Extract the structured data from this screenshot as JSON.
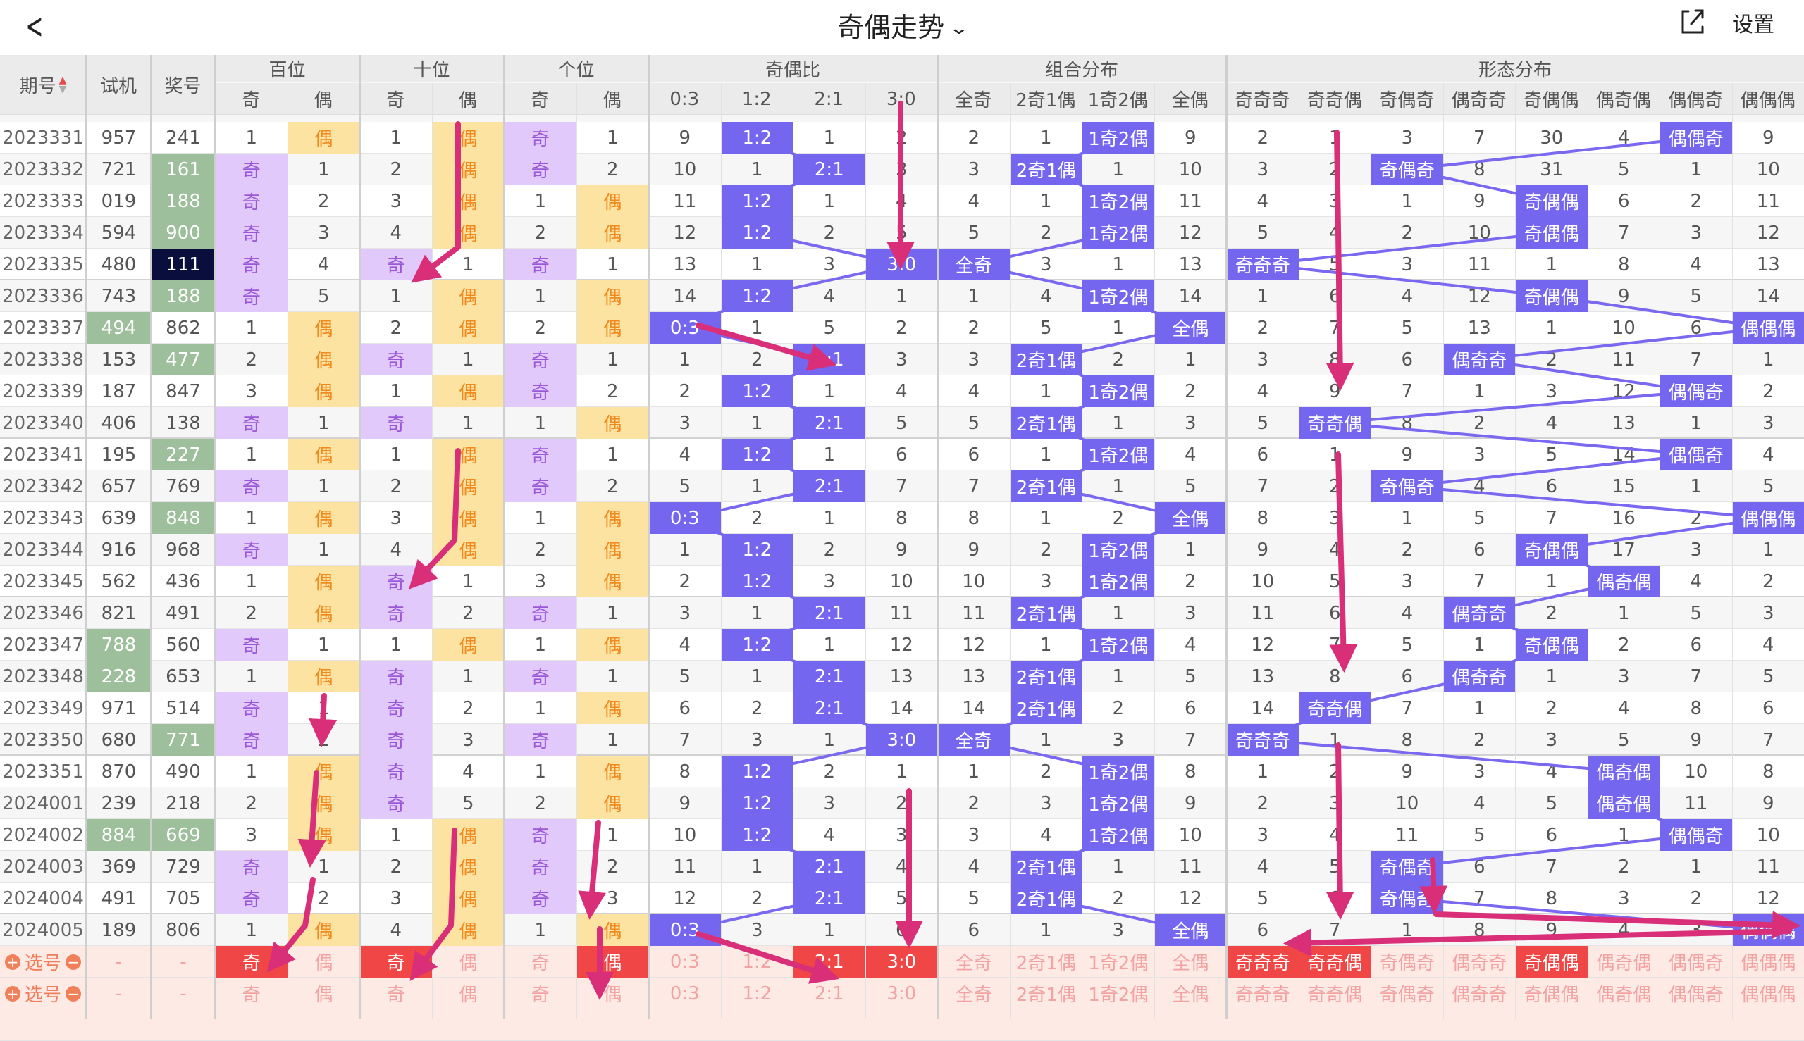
{
  "header": {
    "title": "奇偶走势",
    "settings_label": "设置"
  },
  "columns": {
    "period": "期号",
    "trial": "试机",
    "draw": "奖号",
    "groups": [
      "百位",
      "十位",
      "个位",
      "奇偶比",
      "组合分布",
      "形态分布"
    ],
    "sub": [
      "奇",
      "偶",
      "奇",
      "偶",
      "奇",
      "偶",
      "0:3",
      "1:2",
      "2:1",
      "3:0",
      "全奇",
      "2奇1偶",
      "1奇2偶",
      "全偶",
      "奇奇奇",
      "奇奇偶",
      "奇偶奇",
      "偶奇奇",
      "奇偶偶",
      "偶奇偶",
      "偶偶奇",
      "偶偶偶"
    ]
  },
  "colors": {
    "hit": "#7566f0",
    "odd_bg": "#e2c9fb",
    "even_bg": "#fde3a2",
    "green": "#9dbf9b",
    "selected": "#f04646",
    "trend_line": "#7a68f0",
    "annotation": "#d92f78"
  },
  "rows": [
    {
      "period": "2023331",
      "trial": "957",
      "draw": "241",
      "cells": [
        "1",
        "偶",
        "1",
        "偶",
        "奇",
        "1",
        "9",
        "1:2",
        "1",
        "2",
        "2",
        "1",
        "1奇2偶",
        "9",
        "2",
        "1",
        "3",
        "7",
        "30",
        "4",
        "偶偶奇",
        "9"
      ]
    },
    {
      "period": "2023332",
      "trial": "721",
      "draw": "161",
      "draw_hl": "green",
      "cells": [
        "奇",
        "1",
        "2",
        "偶",
        "奇",
        "2",
        "10",
        "1",
        "2:1",
        "3",
        "3",
        "2奇1偶",
        "1",
        "10",
        "3",
        "2",
        "奇偶奇",
        "8",
        "31",
        "5",
        "1",
        "10"
      ]
    },
    {
      "period": "2023333",
      "trial": "019",
      "draw": "188",
      "draw_hl": "green",
      "cells": [
        "奇",
        "2",
        "3",
        "偶",
        "1",
        "偶",
        "11",
        "1:2",
        "1",
        "4",
        "4",
        "1",
        "1奇2偶",
        "11",
        "4",
        "3",
        "1",
        "9",
        "奇偶偶",
        "6",
        "2",
        "11"
      ]
    },
    {
      "period": "2023334",
      "trial": "594",
      "draw": "900",
      "draw_hl": "green",
      "cells": [
        "奇",
        "3",
        "4",
        "偶",
        "2",
        "偶",
        "12",
        "1:2",
        "2",
        "5",
        "5",
        "2",
        "1奇2偶",
        "12",
        "5",
        "4",
        "2",
        "10",
        "奇偶偶",
        "7",
        "3",
        "12"
      ]
    },
    {
      "period": "2023335",
      "trial": "480",
      "draw": "111",
      "draw_hl": "navy",
      "cells": [
        "奇",
        "4",
        "奇",
        "1",
        "奇",
        "1",
        "13",
        "1",
        "3",
        "3:0",
        "全奇",
        "3",
        "1",
        "13",
        "奇奇奇",
        "5",
        "3",
        "11",
        "1",
        "8",
        "4",
        "13"
      ]
    },
    {
      "period": "2023336",
      "trial": "743",
      "draw": "188",
      "draw_hl": "green",
      "cells": [
        "奇",
        "5",
        "1",
        "偶",
        "1",
        "偶",
        "14",
        "1:2",
        "4",
        "1",
        "1",
        "4",
        "1奇2偶",
        "14",
        "1",
        "6",
        "4",
        "12",
        "奇偶偶",
        "9",
        "5",
        "14"
      ]
    },
    {
      "period": "2023337",
      "trial": "494",
      "trial_hl": "green",
      "draw": "862",
      "cells": [
        "1",
        "偶",
        "2",
        "偶",
        "2",
        "偶",
        "0:3",
        "1",
        "5",
        "2",
        "2",
        "5",
        "1",
        "全偶",
        "2",
        "7",
        "5",
        "13",
        "1",
        "10",
        "6",
        "偶偶偶"
      ]
    },
    {
      "period": "2023338",
      "trial": "153",
      "draw": "477",
      "draw_hl": "green",
      "cells": [
        "2",
        "偶",
        "奇",
        "1",
        "奇",
        "1",
        "1",
        "2",
        "2:1",
        "3",
        "3",
        "2奇1偶",
        "2",
        "1",
        "3",
        "8",
        "6",
        "偶奇奇",
        "2",
        "11",
        "7",
        "1"
      ]
    },
    {
      "period": "2023339",
      "trial": "187",
      "draw": "847",
      "cells": [
        "3",
        "偶",
        "1",
        "偶",
        "奇",
        "2",
        "2",
        "1:2",
        "1",
        "4",
        "4",
        "1",
        "1奇2偶",
        "2",
        "4",
        "9",
        "7",
        "1",
        "3",
        "12",
        "偶偶奇",
        "2"
      ]
    },
    {
      "period": "2023340",
      "trial": "406",
      "draw": "138",
      "cells": [
        "奇",
        "1",
        "奇",
        "1",
        "1",
        "偶",
        "3",
        "1",
        "2:1",
        "5",
        "5",
        "2奇1偶",
        "1",
        "3",
        "5",
        "奇奇偶",
        "8",
        "2",
        "4",
        "13",
        "1",
        "3"
      ]
    },
    {
      "period": "2023341",
      "trial": "195",
      "draw": "227",
      "draw_hl": "green",
      "cells": [
        "1",
        "偶",
        "1",
        "偶",
        "奇",
        "1",
        "4",
        "1:2",
        "1",
        "6",
        "6",
        "1",
        "1奇2偶",
        "4",
        "6",
        "1",
        "9",
        "3",
        "5",
        "14",
        "偶偶奇",
        "4"
      ]
    },
    {
      "period": "2023342",
      "trial": "657",
      "draw": "769",
      "cells": [
        "奇",
        "1",
        "2",
        "偶",
        "奇",
        "2",
        "5",
        "1",
        "2:1",
        "7",
        "7",
        "2奇1偶",
        "1",
        "5",
        "7",
        "2",
        "奇偶奇",
        "4",
        "6",
        "15",
        "1",
        "5"
      ]
    },
    {
      "period": "2023343",
      "trial": "639",
      "draw": "848",
      "draw_hl": "green",
      "cells": [
        "1",
        "偶",
        "3",
        "偶",
        "1",
        "偶",
        "0:3",
        "2",
        "1",
        "8",
        "8",
        "1",
        "2",
        "全偶",
        "8",
        "3",
        "1",
        "5",
        "7",
        "16",
        "2",
        "偶偶偶"
      ]
    },
    {
      "period": "2023344",
      "trial": "916",
      "draw": "968",
      "cells": [
        "奇",
        "1",
        "4",
        "偶",
        "2",
        "偶",
        "1",
        "1:2",
        "2",
        "9",
        "9",
        "2",
        "1奇2偶",
        "1",
        "9",
        "4",
        "2",
        "6",
        "奇偶偶",
        "17",
        "3",
        "1"
      ]
    },
    {
      "period": "2023345",
      "trial": "562",
      "draw": "436",
      "cells": [
        "1",
        "偶",
        "奇",
        "1",
        "3",
        "偶",
        "2",
        "1:2",
        "3",
        "10",
        "10",
        "3",
        "1奇2偶",
        "2",
        "10",
        "5",
        "3",
        "7",
        "1",
        "偶奇偶",
        "4",
        "2"
      ]
    },
    {
      "period": "2023346",
      "trial": "821",
      "draw": "491",
      "cells": [
        "2",
        "偶",
        "奇",
        "2",
        "奇",
        "1",
        "3",
        "1",
        "2:1",
        "11",
        "11",
        "2奇1偶",
        "1",
        "3",
        "11",
        "6",
        "4",
        "偶奇奇",
        "2",
        "1",
        "5",
        "3"
      ]
    },
    {
      "period": "2023347",
      "trial": "788",
      "trial_hl": "green",
      "draw": "560",
      "cells": [
        "奇",
        "1",
        "1",
        "偶",
        "1",
        "偶",
        "4",
        "1:2",
        "1",
        "12",
        "12",
        "1",
        "1奇2偶",
        "4",
        "12",
        "7",
        "5",
        "1",
        "奇偶偶",
        "2",
        "6",
        "4"
      ]
    },
    {
      "period": "2023348",
      "trial": "228",
      "trial_hl": "green",
      "draw": "653",
      "cells": [
        "1",
        "偶",
        "奇",
        "1",
        "奇",
        "1",
        "5",
        "1",
        "2:1",
        "13",
        "13",
        "2奇1偶",
        "1",
        "5",
        "13",
        "8",
        "6",
        "偶奇奇",
        "1",
        "3",
        "7",
        "5"
      ]
    },
    {
      "period": "2023349",
      "trial": "971",
      "draw": "514",
      "cells": [
        "奇",
        "1",
        "奇",
        "2",
        "1",
        "偶",
        "6",
        "2",
        "2:1",
        "14",
        "14",
        "2奇1偶",
        "2",
        "6",
        "14",
        "奇奇偶",
        "7",
        "1",
        "2",
        "4",
        "8",
        "6"
      ]
    },
    {
      "period": "2023350",
      "trial": "680",
      "draw": "771",
      "draw_hl": "green",
      "cells": [
        "奇",
        "2",
        "奇",
        "3",
        "奇",
        "1",
        "7",
        "3",
        "1",
        "3:0",
        "全奇",
        "1",
        "3",
        "7",
        "奇奇奇",
        "1",
        "8",
        "2",
        "3",
        "5",
        "9",
        "7"
      ]
    },
    {
      "period": "2023351",
      "trial": "870",
      "draw": "490",
      "cells": [
        "1",
        "偶",
        "奇",
        "4",
        "1",
        "偶",
        "8",
        "1:2",
        "2",
        "1",
        "1",
        "2",
        "1奇2偶",
        "8",
        "1",
        "2",
        "9",
        "3",
        "4",
        "偶奇偶",
        "10",
        "8"
      ]
    },
    {
      "period": "2024001",
      "trial": "239",
      "draw": "218",
      "cells": [
        "2",
        "偶",
        "奇",
        "5",
        "2",
        "偶",
        "9",
        "1:2",
        "3",
        "2",
        "2",
        "3",
        "1奇2偶",
        "9",
        "2",
        "3",
        "10",
        "4",
        "5",
        "偶奇偶",
        "11",
        "9"
      ]
    },
    {
      "period": "2024002",
      "trial": "884",
      "trial_hl": "green",
      "draw": "669",
      "draw_hl": "green",
      "cells": [
        "3",
        "偶",
        "1",
        "偶",
        "奇",
        "1",
        "10",
        "1:2",
        "4",
        "3",
        "3",
        "4",
        "1奇2偶",
        "10",
        "3",
        "4",
        "11",
        "5",
        "6",
        "1",
        "偶偶奇",
        "10"
      ]
    },
    {
      "period": "2024003",
      "trial": "369",
      "draw": "729",
      "cells": [
        "奇",
        "1",
        "2",
        "偶",
        "奇",
        "2",
        "11",
        "1",
        "2:1",
        "4",
        "4",
        "2奇1偶",
        "1",
        "11",
        "4",
        "5",
        "奇偶奇",
        "6",
        "7",
        "2",
        "1",
        "11"
      ]
    },
    {
      "period": "2024004",
      "trial": "491",
      "draw": "705",
      "cells": [
        "奇",
        "2",
        "3",
        "偶",
        "奇",
        "3",
        "12",
        "2",
        "2:1",
        "5",
        "5",
        "2奇1偶",
        "2",
        "12",
        "5",
        "6",
        "奇偶奇",
        "7",
        "8",
        "3",
        "2",
        "12"
      ]
    },
    {
      "period": "2024005",
      "trial": "189",
      "draw": "806",
      "cells": [
        "1",
        "偶",
        "4",
        "偶",
        "1",
        "偶",
        "0:3",
        "3",
        "1",
        "6",
        "6",
        "1",
        "3",
        "全偶",
        "6",
        "7",
        "1",
        "8",
        "9",
        "4",
        "3",
        "偶偶偶"
      ]
    }
  ],
  "select_rows": [
    {
      "label": "选号",
      "trial": "-",
      "draw": "-",
      "selected": [
        0,
        2,
        5,
        8,
        9,
        14,
        15,
        18
      ]
    },
    {
      "label": "选号",
      "trial": "-",
      "draw": "-",
      "selected": []
    }
  ]
}
